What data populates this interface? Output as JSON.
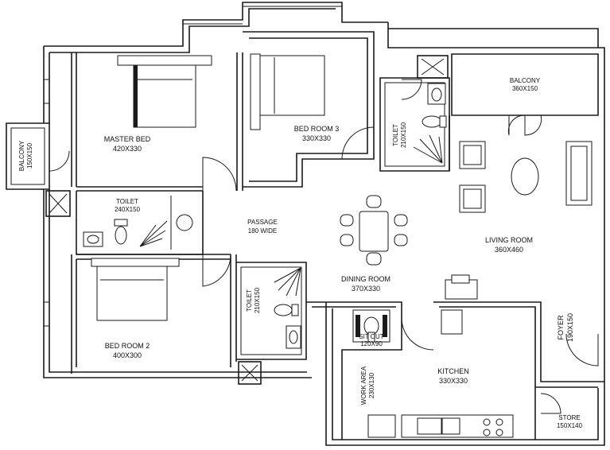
{
  "rooms": {
    "master_bed": {
      "name": "MASTER BED",
      "size": "420X330"
    },
    "balcony_left": {
      "name": "BALCONY",
      "size": "150X150"
    },
    "toilet_1": {
      "name": "TOILET",
      "size": "240X150"
    },
    "bed_room_3": {
      "name": "BED ROOM 3",
      "size": "330X330"
    },
    "toilet_2": {
      "name": "TOILET",
      "size": "210X150"
    },
    "balcony_right": {
      "name": "BALCONY",
      "size": "360X150"
    },
    "passage": {
      "name": "PASSAGE",
      "size": "180  WIDE"
    },
    "living_room": {
      "name": "LIVING ROOM",
      "size": "360X460"
    },
    "dining_room": {
      "name": "DINING ROOM",
      "size": "370X330"
    },
    "toilet_3": {
      "name": "TOILET",
      "size": "210X150"
    },
    "bed_room_2": {
      "name": "BED ROOM 2",
      "size": "400X300"
    },
    "foyer": {
      "name": "FOYER",
      "size": "190X150"
    },
    "sit_out": {
      "name": "SIT OUT",
      "size": "120X90"
    },
    "kitchen": {
      "name": "KITCHEN",
      "size": "330X330"
    },
    "work_area": {
      "name": "WORK AREA",
      "size": "230X130"
    },
    "store": {
      "name": "STORE",
      "size": "150X140"
    }
  }
}
